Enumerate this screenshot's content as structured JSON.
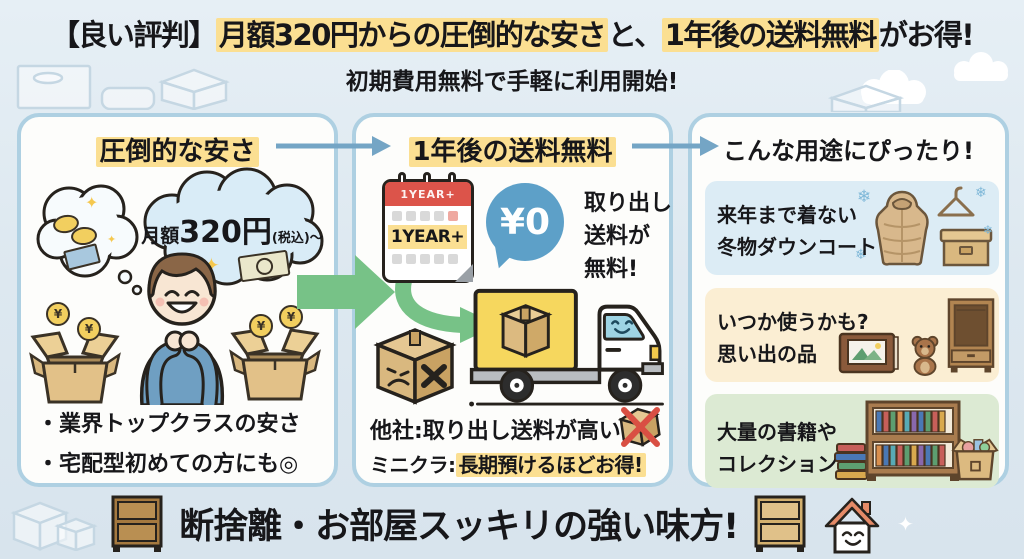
{
  "page": {
    "title_prefix": "【良い評判】",
    "title_highlight_1": "月額320円からの圧倒的な安さ",
    "title_connector": "と、",
    "title_highlight_2": "1年後の送料無料",
    "title_suffix": "がお得!",
    "subtitle": "初期費用無料で手軽に利用開始!"
  },
  "price_panel": {
    "title": "圧倒的な安さ",
    "bubble_prefix": "月額",
    "bubble_amount": "320円",
    "bubble_note": "(税込)〜",
    "bullets": [
      "・業界トップクラスの安さ",
      "・宅配型初めての方にも◎"
    ]
  },
  "shipping_panel": {
    "title": "1年後の送料無料",
    "calendar_header": "1YEAR+",
    "calendar_label": "1YEAR+",
    "free_price": "¥0",
    "note_lines": [
      "取り出し",
      "送料が",
      "無料!"
    ],
    "compare_other": "他社:取り出し送料が高い",
    "compare_brand_prefix": "ミニクラ:",
    "compare_brand_highlight": "長期預けるほどお得!"
  },
  "usecase_panel": {
    "title": "こんな用途にぴったり!",
    "cards": [
      {
        "line1": "来年まで着ない",
        "line2": "冬物ダウンコート"
      },
      {
        "line1": "いつか使うかも?",
        "line2": "思い出の品"
      },
      {
        "line1": "大量の書籍や",
        "line2": "コレクション"
      }
    ]
  },
  "footer": {
    "message": "断捨離・お部屋スッキリの強い味方!"
  },
  "icons": {
    "snowflake": "❄",
    "sparkle": "✦",
    "yen_coin": "¥"
  },
  "colors": {
    "background": "#dde8f0",
    "highlight_yellow": "#fbdf92",
    "panel_border": "#aed0e2",
    "panel_fill": "#fdfdfb",
    "arrow_blue": "#74a5c5",
    "arrow_green": "#77c287",
    "calendar_red": "#dc544a",
    "price_bubble_blue": "#5da0c8",
    "truck_yellow": "#f6d75e",
    "cardboard_tan": "#e2c188",
    "cross_red": "#d94f43",
    "card_blue": "#dcecf5",
    "card_cream": "#fbeed3",
    "card_green": "#dcead3",
    "text_dark": "#17171a"
  }
}
